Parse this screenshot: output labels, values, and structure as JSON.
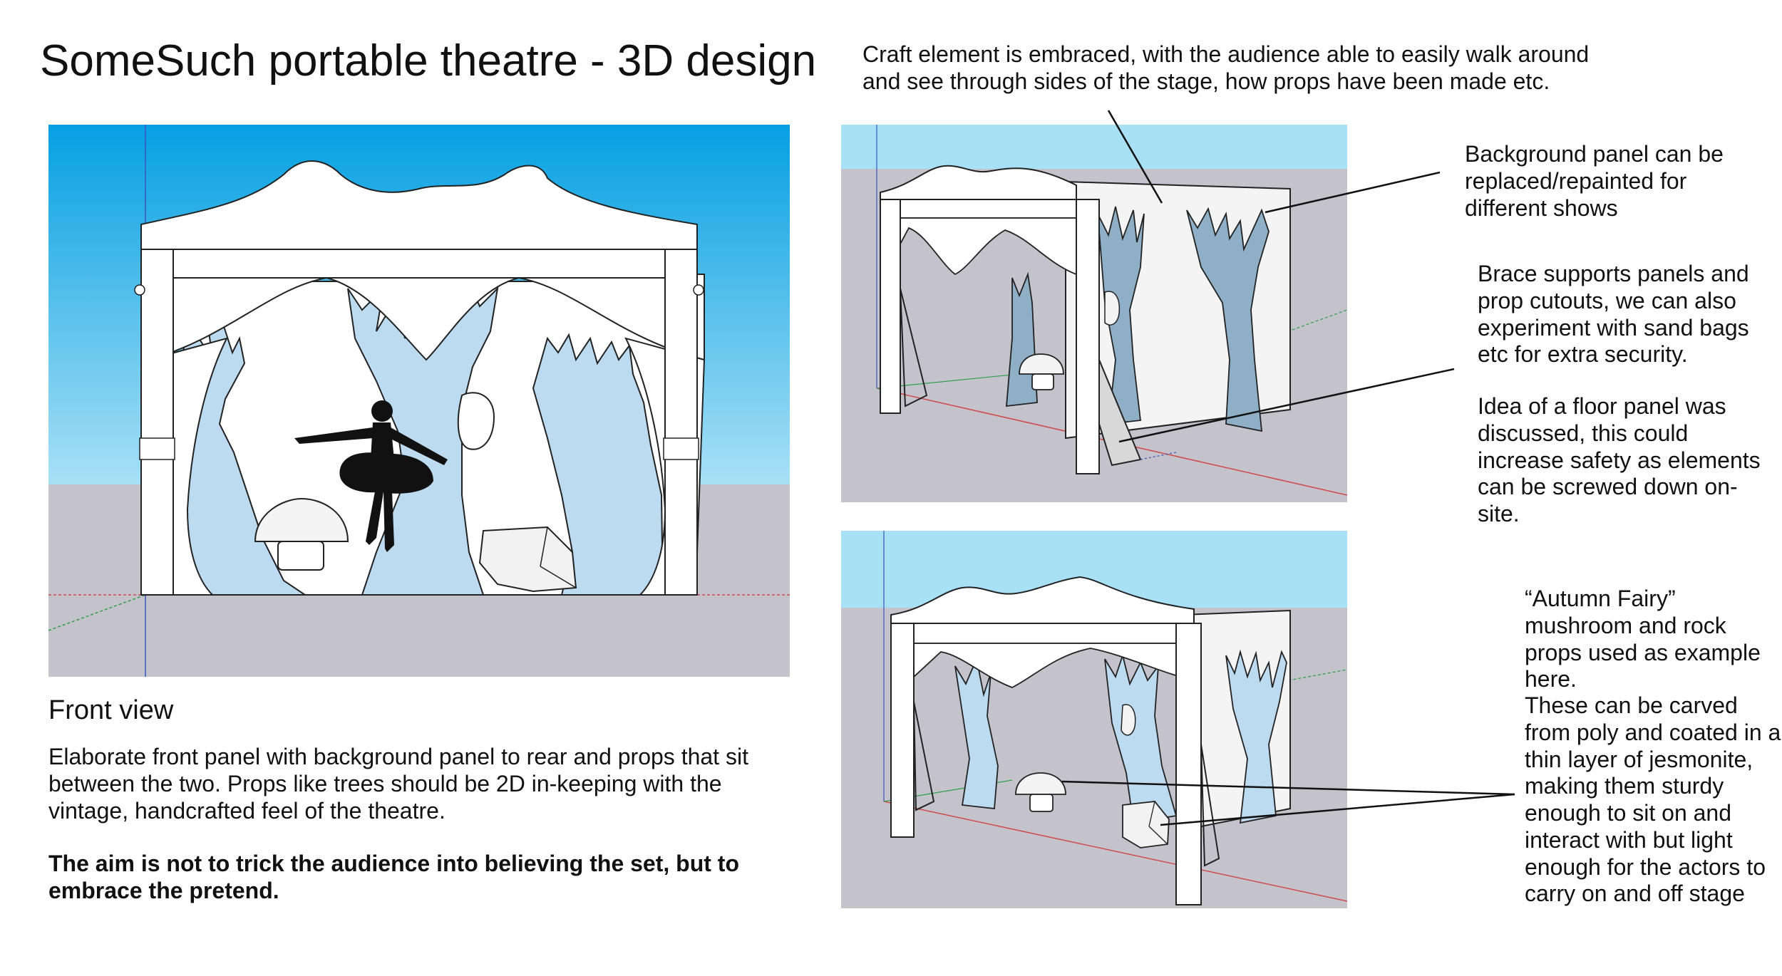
{
  "title": "SomeSuch portable theatre - 3D design",
  "front_view": {
    "label": "Front view",
    "description": "Elaborate front panel with background panel to rear and props that sit between the two. Props like trees should be 2D in-keeping with the vintage, handcrafted feel of the theatre.",
    "aim": "The aim is not to trick the audience into believing the set, but to embrace the pretend."
  },
  "notes": {
    "craft": "Craft element is embraced, with the audience able to easily walk around and see through sides of the stage,  how props have been made etc.",
    "background": "Background panel can be replaced/repainted for different shows",
    "brace": "Brace supports panels and prop cutouts, we can also experiment with sand bags etc for extra security.",
    "floor": "Idea of a floor panel was discussed, this could increase safety as elements can be screwed down on-site.",
    "autumn": "“Autumn Fairy” mushroom and rock props used as example here.",
    "carve": "These can be carved from poly and coated in a thin layer of jesmonite, making them sturdy enough to sit on and interact with but light enough for the actors to carry on and off stage"
  },
  "colors": {
    "sky_top": "#05a0e2",
    "sky_bottom": "#a8e0f6",
    "ground": "#c4c3cb",
    "tree_fill": "#bcdaf0",
    "tree_fill_dark": "#8fafc7",
    "frame": "#ffffff",
    "silhouette": "#111111"
  }
}
